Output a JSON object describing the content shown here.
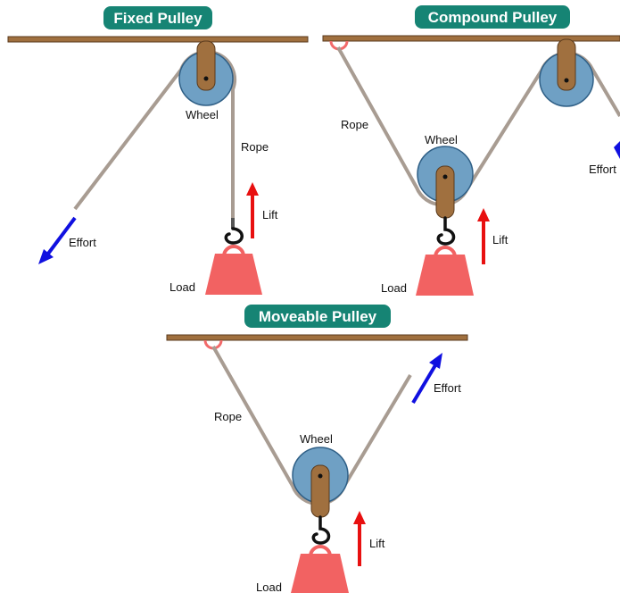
{
  "colors": {
    "beam": "#a0703f",
    "beam_edge": "#5a3a1c",
    "rope": "#a89c92",
    "wheel": "#6fa0c4",
    "wheel_edge": "#2f5f86",
    "bracket": "#a0703f",
    "load": "#f26262",
    "effort_arrow": "#1010e0",
    "lift_arrow": "#e81010",
    "title_bg": "#168474",
    "title_text": "#ffffff",
    "hook": "#111111",
    "anchor_ring": "#f26a6a"
  },
  "diagrams": {
    "fixed": {
      "title": "Fixed Pulley",
      "labels": {
        "wheel": "Wheel",
        "rope": "Rope",
        "lift": "Lift",
        "effort": "Effort",
        "load": "Load"
      }
    },
    "compound": {
      "title": "Compound Pulley",
      "labels": {
        "rope": "Rope",
        "wheel": "Wheel",
        "lift": "Lift",
        "effort": "Effort",
        "load": "Load"
      }
    },
    "moveable": {
      "title": "Moveable Pulley",
      "labels": {
        "rope": "Rope",
        "wheel": "Wheel",
        "lift": "Lift",
        "effort": "Effort",
        "load": "Load"
      }
    }
  }
}
